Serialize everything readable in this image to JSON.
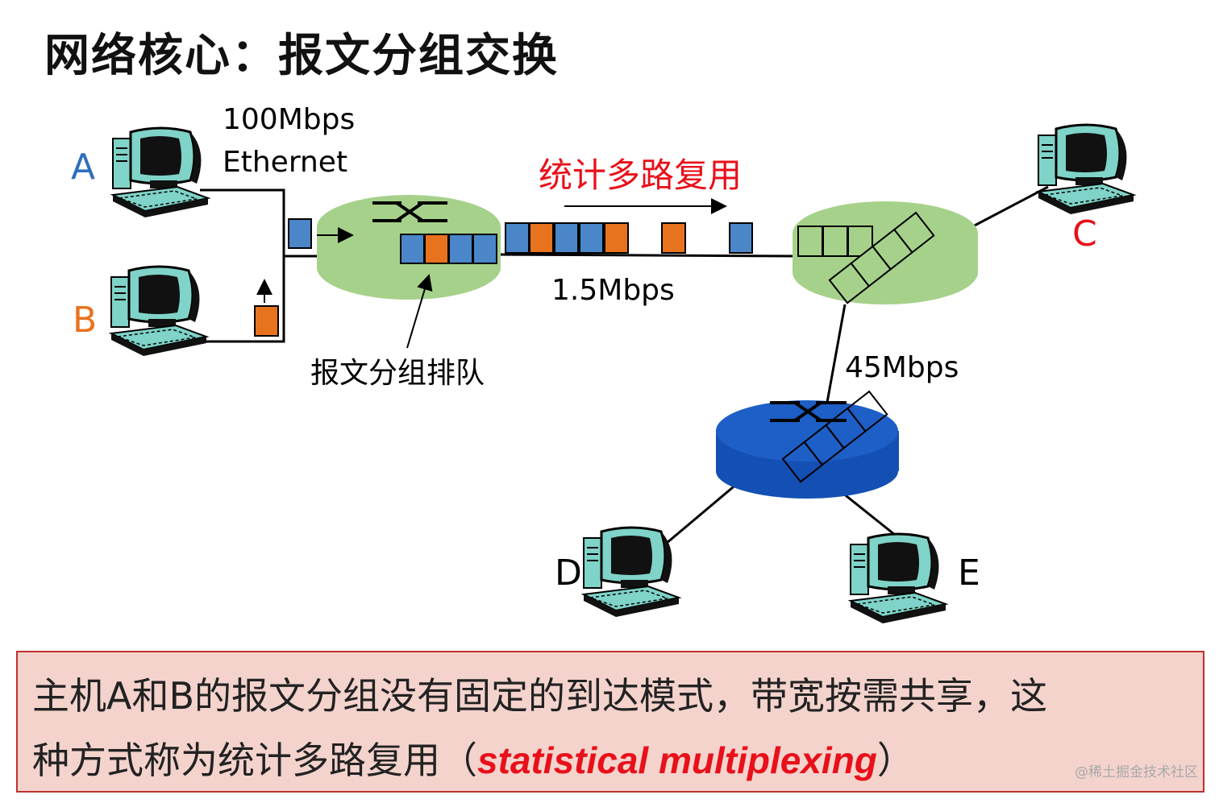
{
  "title": "网络核心：报文分组交换",
  "hosts": {
    "a": "A",
    "b": "B",
    "c": "C",
    "d": "D",
    "e": "E"
  },
  "labels": {
    "ethernet_speed": "100Mbps",
    "ethernet": "Ethernet",
    "multiplexing": "统计多路复用",
    "link_15": "1.5Mbps",
    "link_45": "45Mbps",
    "queueing": "报文分组排队"
  },
  "note": {
    "line1": "主机A和B的报文分组没有固定的到达模式，带宽按需共享，这",
    "line2_prefix": "种方式称为统计多路复用（",
    "line2_term": "statistical multiplexing",
    "line2_suffix": "）"
  },
  "watermark": "@稀土掘金技术社区",
  "colors": {
    "host_a_label": "#2e6fbd",
    "host_b_label": "#e8731e",
    "host_c_label": "#e8101a",
    "packet_blue": "#4a86c8",
    "packet_orange": "#e8731e",
    "router_green": "#a6d18a",
    "router_blue": "#1450b4",
    "note_bg": "#f4d3cd",
    "note_border": "#c03030",
    "accent_red": "#e8101a"
  },
  "packet_stream_on_link": [
    "blue",
    "orange",
    "blue",
    "blue",
    "orange",
    "orange",
    "blue"
  ],
  "router_queue": [
    "blue",
    "orange",
    "blue",
    "blue"
  ]
}
